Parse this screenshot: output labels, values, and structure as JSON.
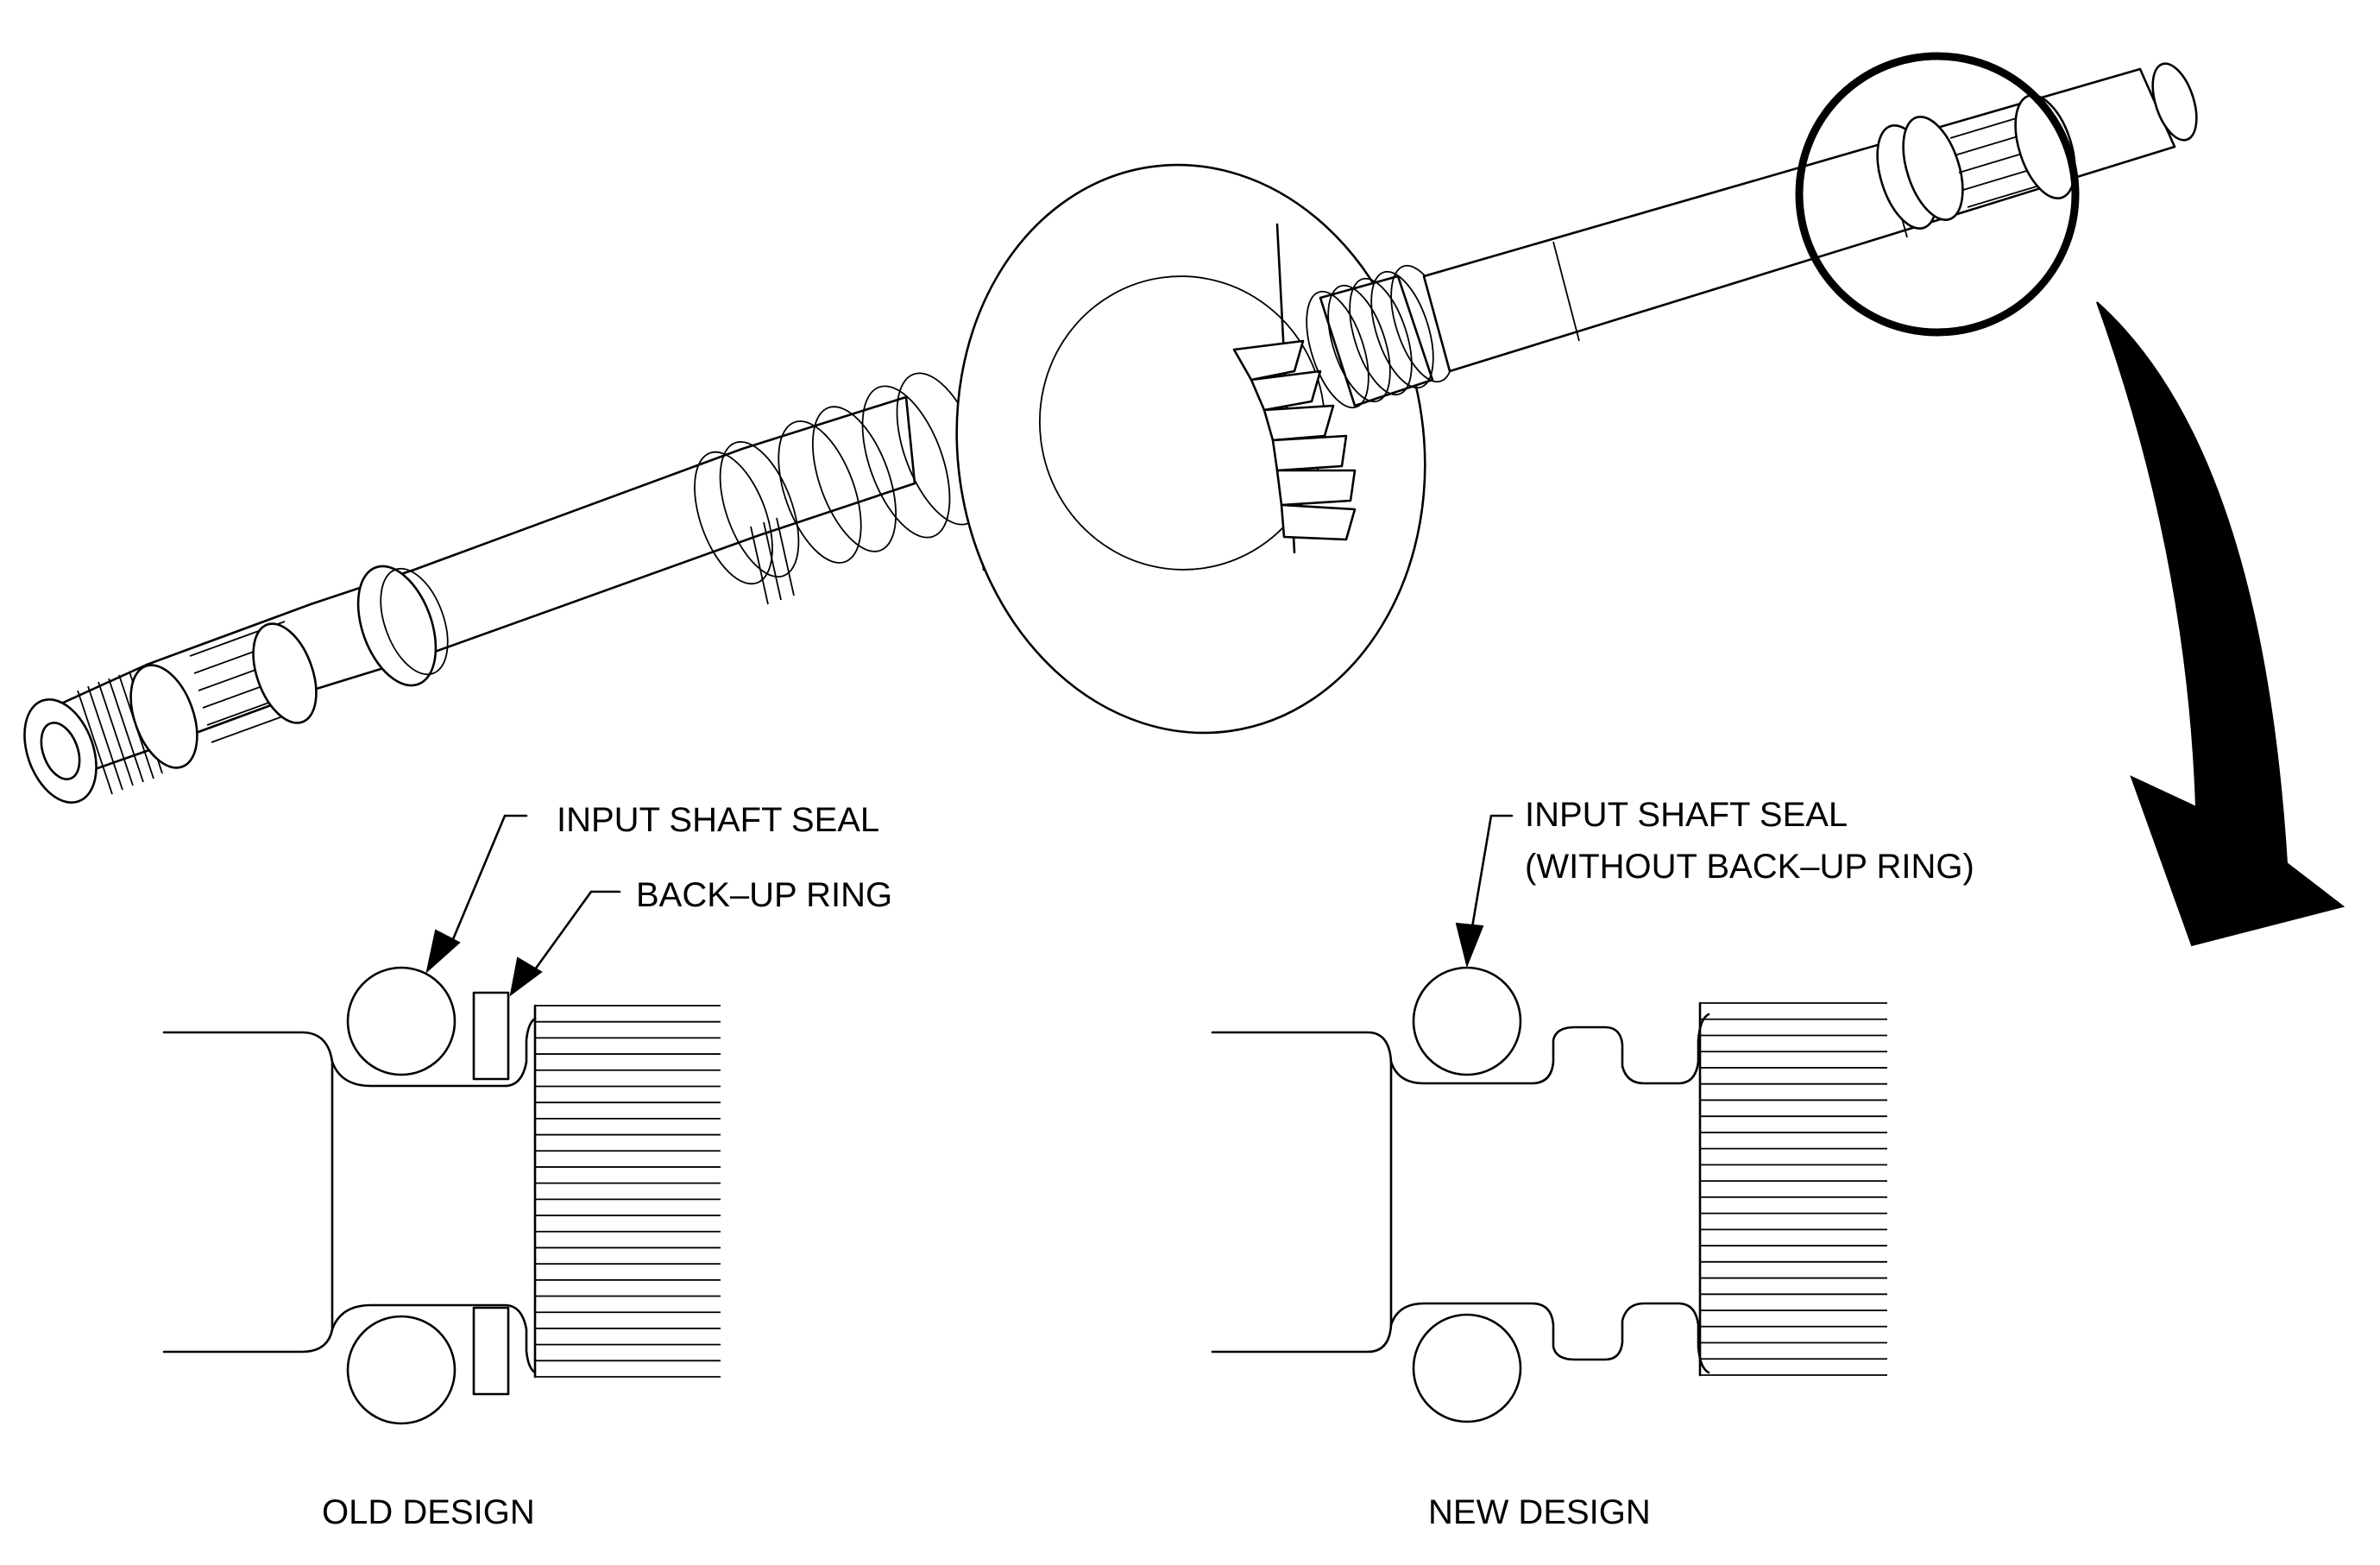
{
  "labels": {
    "old_seal": "INPUT SHAFT SEAL",
    "old_backup": "BACK–UP RING",
    "new_seal_line1": "INPUT SHAFT SEAL",
    "new_seal_line2": "(WITHOUT BACK–UP RING)",
    "old_caption": "OLD DESIGN",
    "new_caption": "NEW DESIGN"
  },
  "colors": {
    "line": "#000000",
    "background": "#ffffff"
  }
}
